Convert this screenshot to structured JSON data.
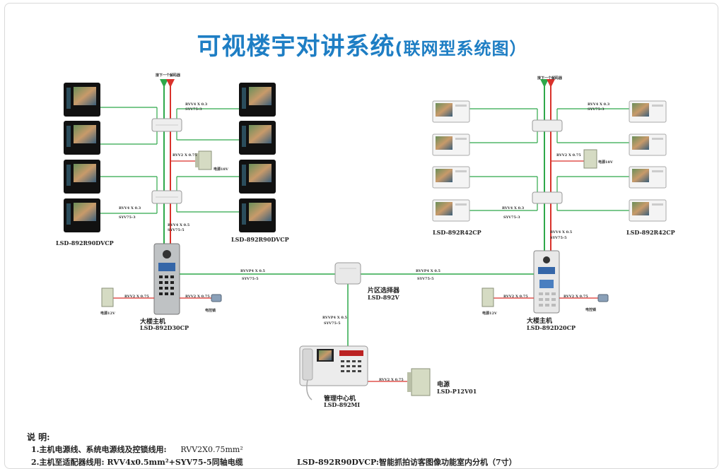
{
  "title": {
    "main": "可视楼宇对讲系统",
    "sub": "(联网型系统图）"
  },
  "uplinks": {
    "left": "接下一个解码器",
    "right": "接下一个解码器"
  },
  "cables": {
    "rvv4": "RVV4 X 0.3",
    "syv": "SYV75-3",
    "rvv2": "RVV2 X 0.75",
    "rvv4_05": "RVV4 X 0.5",
    "syv5": "SYV75-5",
    "rvvp4": "RVVP4 X 0.5"
  },
  "power_labels": {
    "p18": "电源18V",
    "p12": "电源12V",
    "lock": "电控锁"
  },
  "models": {
    "indoor_left_a": "LSD-892R90DVCP",
    "indoor_left_b": "LSD-892R90DVCP",
    "indoor_right_a": "LSD-892R42CP",
    "indoor_right_b": "LSD-892R42CP"
  },
  "units": {
    "main_left_name": "大楼主机",
    "main_left_model": "LSD-892D30CP",
    "main_right_name": "大楼主机",
    "main_right_model": "LSD-892D20CP",
    "selector_name": "片区选择器",
    "selector_model": "LSD-892V",
    "center_name": "管理中心机",
    "center_model": "LSD-892MI",
    "psu_name": "电源",
    "psu_model": "LSD-P12V01"
  },
  "notes": {
    "heading": "说  明:",
    "line1_text": "1.主机电源线、系统电源线及控锁线用:",
    "line1_value": "RVV2X0.75mm²",
    "line2_text": "2.主机至适配器线用: RVV4x0.5mm²+SYV75-5同轴电缆",
    "line2_right": "LSD-892R90DVCP:智能抓拍访客图像功能室内分机（7寸）"
  },
  "colors": {
    "green": "#2ea84a",
    "red": "#d9322b",
    "blue": "#1e7ec4"
  }
}
